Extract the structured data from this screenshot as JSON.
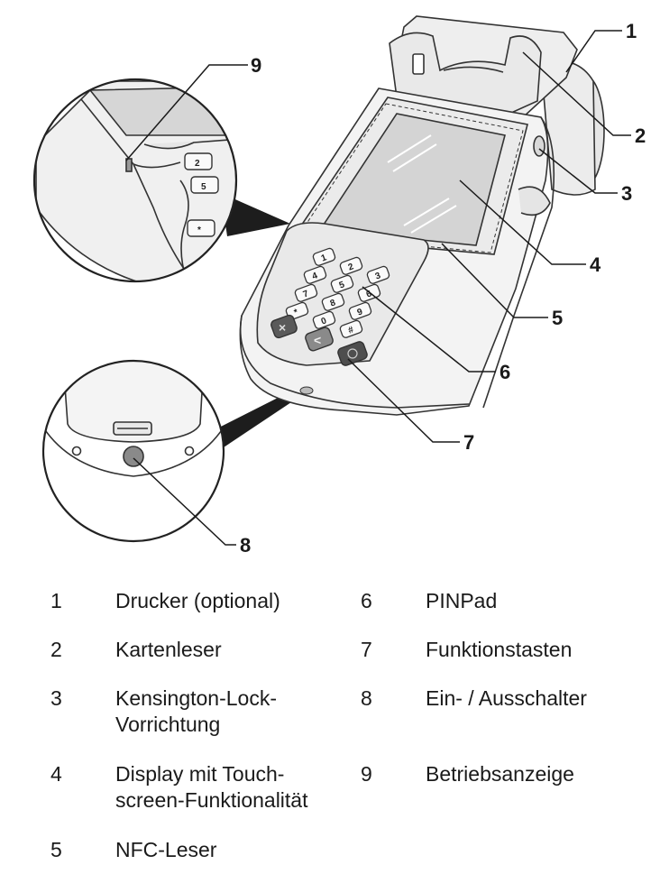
{
  "callouts": [
    {
      "number": "1"
    },
    {
      "number": "2"
    },
    {
      "number": "3"
    },
    {
      "number": "4"
    },
    {
      "number": "5"
    },
    {
      "number": "6"
    },
    {
      "number": "7"
    },
    {
      "number": "8"
    },
    {
      "number": "9"
    }
  ],
  "keypad": {
    "keys": [
      "1",
      "2",
      "3",
      "4",
      "5",
      "6",
      "7",
      "8",
      "9",
      "*",
      "0",
      "#"
    ],
    "detail_keys": [
      "2",
      "5",
      "*"
    ]
  },
  "legend": [
    {
      "number": "1",
      "label": "Drucker (optional)"
    },
    {
      "number": "2",
      "label": "Kartenleser"
    },
    {
      "number": "3",
      "label": "Kensington-Lock-\nVorrichtung"
    },
    {
      "number": "4",
      "label": "Display mit Touch-\nscreen-Funktionalität"
    },
    {
      "number": "5",
      "label": "NFC-Leser"
    },
    {
      "number": "6",
      "label": "PINPad"
    },
    {
      "number": "7",
      "label": "Funktionstasten"
    },
    {
      "number": "8",
      "label": "Ein- / Ausschalter"
    },
    {
      "number": "9",
      "label": "Betriebsanzeige"
    }
  ]
}
